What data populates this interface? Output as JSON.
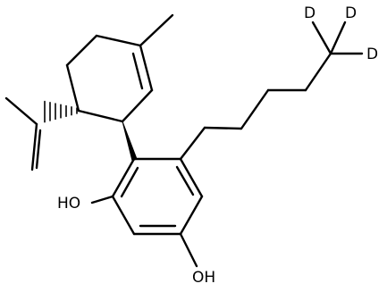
{
  "molecule": {
    "labels": {
      "hydroxyl_top": "HO",
      "hydroxyl_bottom": "OH",
      "deuterium_1": "D",
      "deuterium_2": "D",
      "deuterium_3": "D"
    }
  },
  "colors": {
    "bond": "#000000",
    "background": "#ffffff"
  }
}
